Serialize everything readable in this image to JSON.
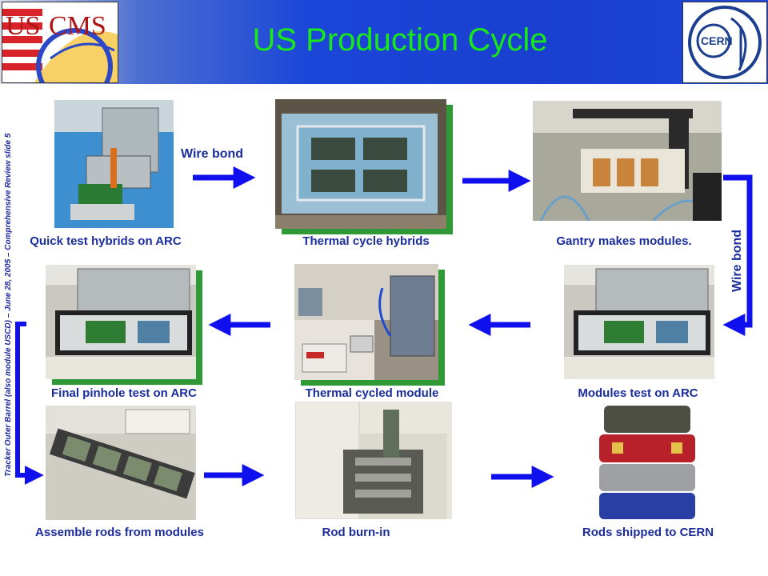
{
  "title": "US Production Cycle",
  "logos": {
    "left": "US CMS",
    "right": "CERN"
  },
  "side_note": "Tracker Outer Barrel (also module USCD) – June 28, 2005 – Comprehensive Review slide 5",
  "connectors": {
    "wire_bond_top": "Wire bond",
    "wire_bond_right": "Wire bond"
  },
  "steps": [
    {
      "caption": "Quick test hybrids on ARC"
    },
    {
      "caption": "Thermal cycle hybrids"
    },
    {
      "caption": "Gantry makes modules."
    },
    {
      "caption": "Final pinhole test on ARC"
    },
    {
      "caption": "Thermal cycled module"
    },
    {
      "caption": "Modules test on ARC"
    },
    {
      "caption": "Assemble rods from modules"
    },
    {
      "caption": "Rod burn-in"
    },
    {
      "caption": "Rods shipped to CERN"
    }
  ],
  "colors": {
    "title": "#19e61c",
    "caption": "#1b2d9c",
    "arrow": "#1010ee",
    "header": "#1b46d8",
    "shadow": "#2f9a35"
  }
}
